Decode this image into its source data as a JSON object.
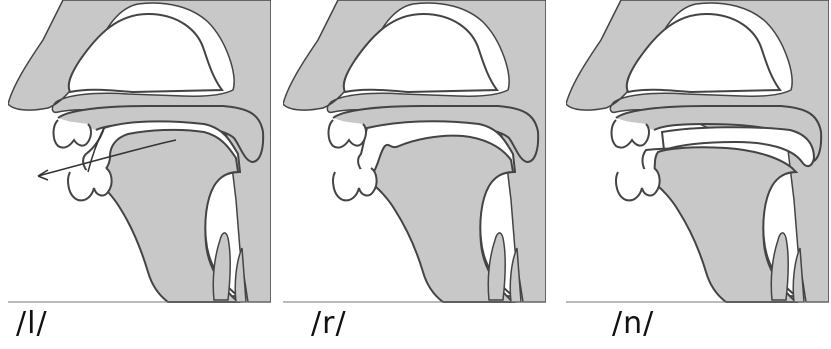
{
  "panels": [
    {
      "label": "/l/",
      "variant": "lateral"
    },
    {
      "label": "/r/",
      "variant": "retroflex"
    },
    {
      "label": "/n/",
      "variant": "nasal"
    }
  ],
  "colors": {
    "tissue": "#c8c8c8",
    "outline": "#3a3a3a",
    "airway": "#ffffff"
  }
}
